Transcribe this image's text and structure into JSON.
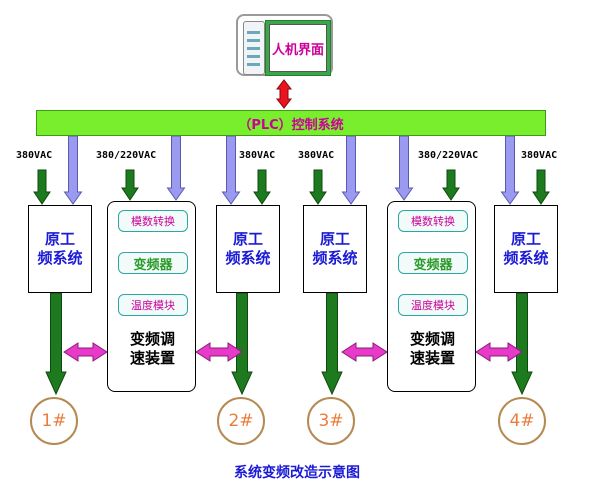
{
  "hmi": {
    "label": "人机界面"
  },
  "plc": {
    "label": "（PLC）控制系统"
  },
  "voltage": {
    "v380": "380VAC",
    "v380_220": "380/220VAC"
  },
  "original_system": {
    "label": "原工\n频系统"
  },
  "vfd_unit": {
    "modules": [
      "模数转换",
      "变频器",
      "温度模块"
    ],
    "title": "变频调\n速装置"
  },
  "motors": [
    "1#",
    "2#",
    "3#",
    "4#"
  ],
  "caption": "系统变频改造示意图",
  "colors": {
    "plc_bar": "#78ee2c",
    "power_arrow": "#1e7a1e",
    "signal_arrow": "#9a9af0",
    "link_arrow": "#e83ac8",
    "hmi_link": "#e8141e",
    "text_magenta": "#cc0099",
    "text_blue": "#1b1bd6"
  }
}
